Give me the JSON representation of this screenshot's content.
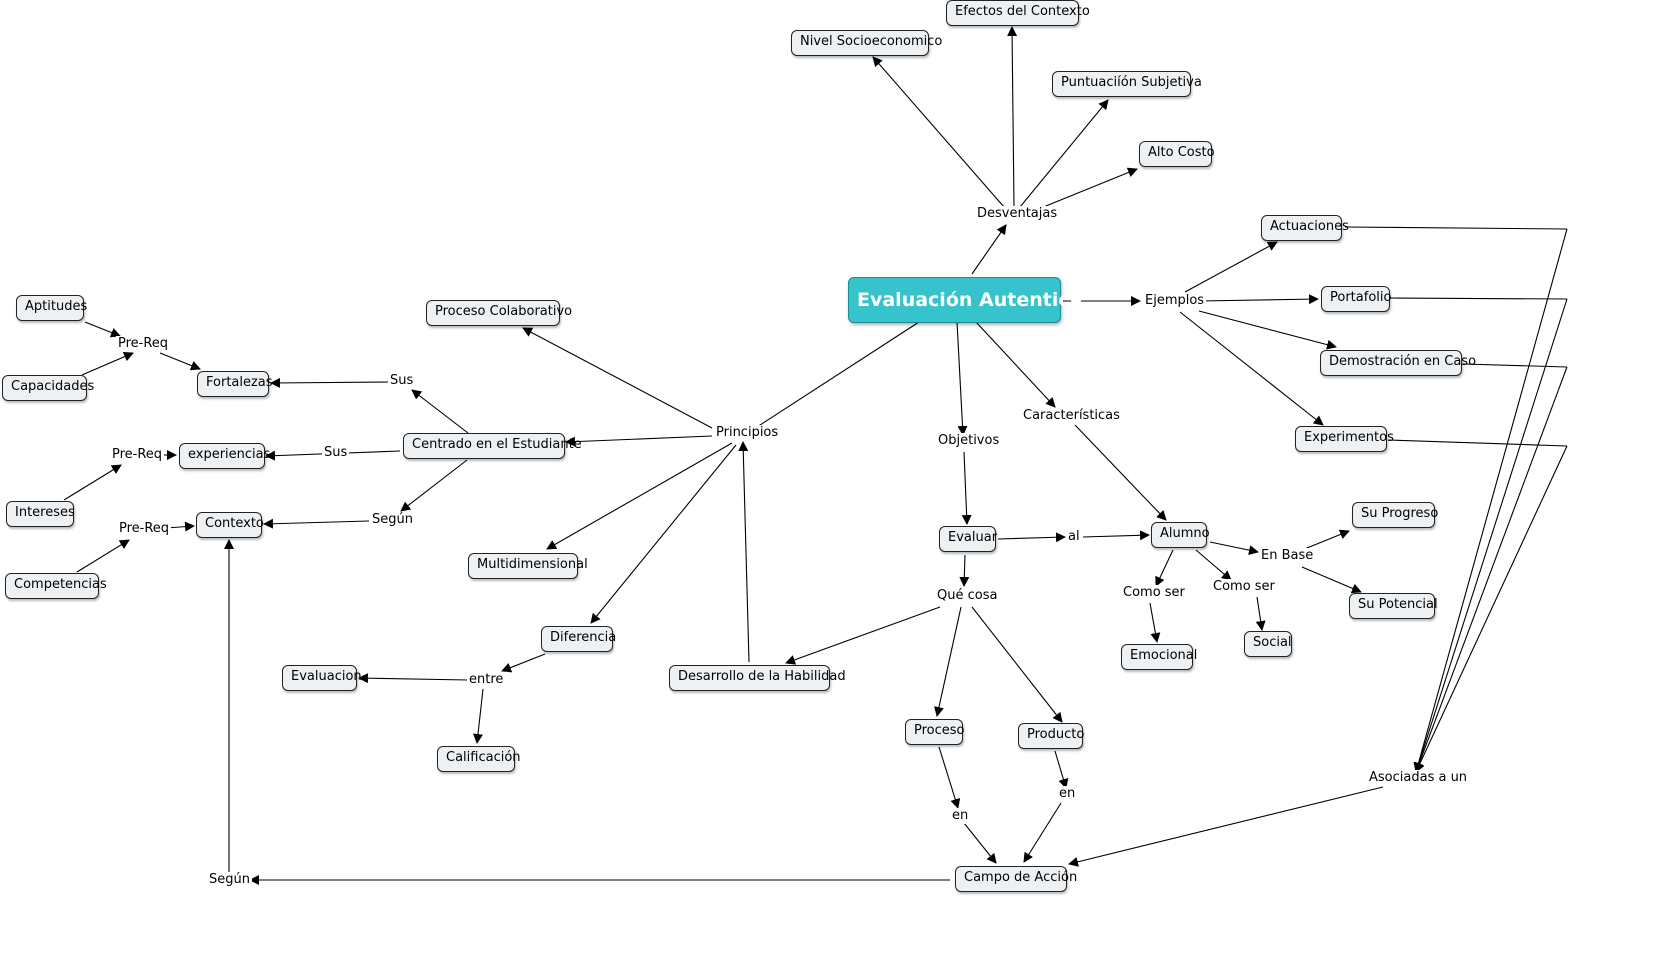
{
  "main": {
    "title": "Evaluación Autentica"
  },
  "nodes": {
    "efectos_contexto": "Efectos del Contexto",
    "nivel_socioeconomico": "Nivel Socioeconomico",
    "puntuacion_subjetiva": "Puntuaciíón Subjetiva",
    "alto_costo": "Alto Costo",
    "actuaciones": "Actuaciones",
    "portafolio": "Portafolio",
    "demostracion_caso": "Demostración en Caso",
    "experimentos": "Experimentos",
    "su_progreso": "Su Progreso",
    "su_potencial": "Su Potencial",
    "alumno": "Alumno",
    "evaluar": "Evaluar",
    "emocional": "Emocional",
    "social": "Social",
    "proceso": "Proceso",
    "producto": "Producto",
    "campo_accion": "Campo de Acción",
    "desarrollo_habilidad": "Desarrollo de la Habilidad",
    "diferencia": "Diferencia",
    "evaluacion": "Evaluacion",
    "calificacion": "Calificación",
    "multidimensional": "Multidimensional",
    "centrado_estudiante": "Centrado en el Estudiante",
    "proceso_colaborativo": "Proceso Colaborativo",
    "fortalezas": "Fortalezas",
    "experiencias": "experiencias",
    "contexto": "Contexto",
    "aptitudes": "Aptitudes",
    "capacidades": "Capacidades",
    "intereses": "Intereses",
    "competencias": "Competencias"
  },
  "labels": {
    "desventajas": "Desventajas",
    "ejemplos": "Ejemplos",
    "caracteristicas": "Características",
    "objetivos": "Objetivos",
    "principios": "Principios",
    "al": "al",
    "en_base": "En Base",
    "como_ser_1": "Como ser",
    "como_ser_2": "Como ser",
    "que_cosa": "Qué cosa",
    "en_1": "en",
    "en_2": "en",
    "asociadas": "Asociadas a un",
    "segun_bottom": "Según",
    "segun_mid": "Según",
    "sus_1": "Sus",
    "sus_2": "Sus",
    "prereq_1": "Pre-Req",
    "prereq_2": "Pre-Req",
    "prereq_3": "Pre-Req",
    "entre": "entre"
  },
  "colors": {
    "main_fill": "#36c3cc",
    "node_fill": "#eef1f3",
    "edge": "#000000"
  }
}
